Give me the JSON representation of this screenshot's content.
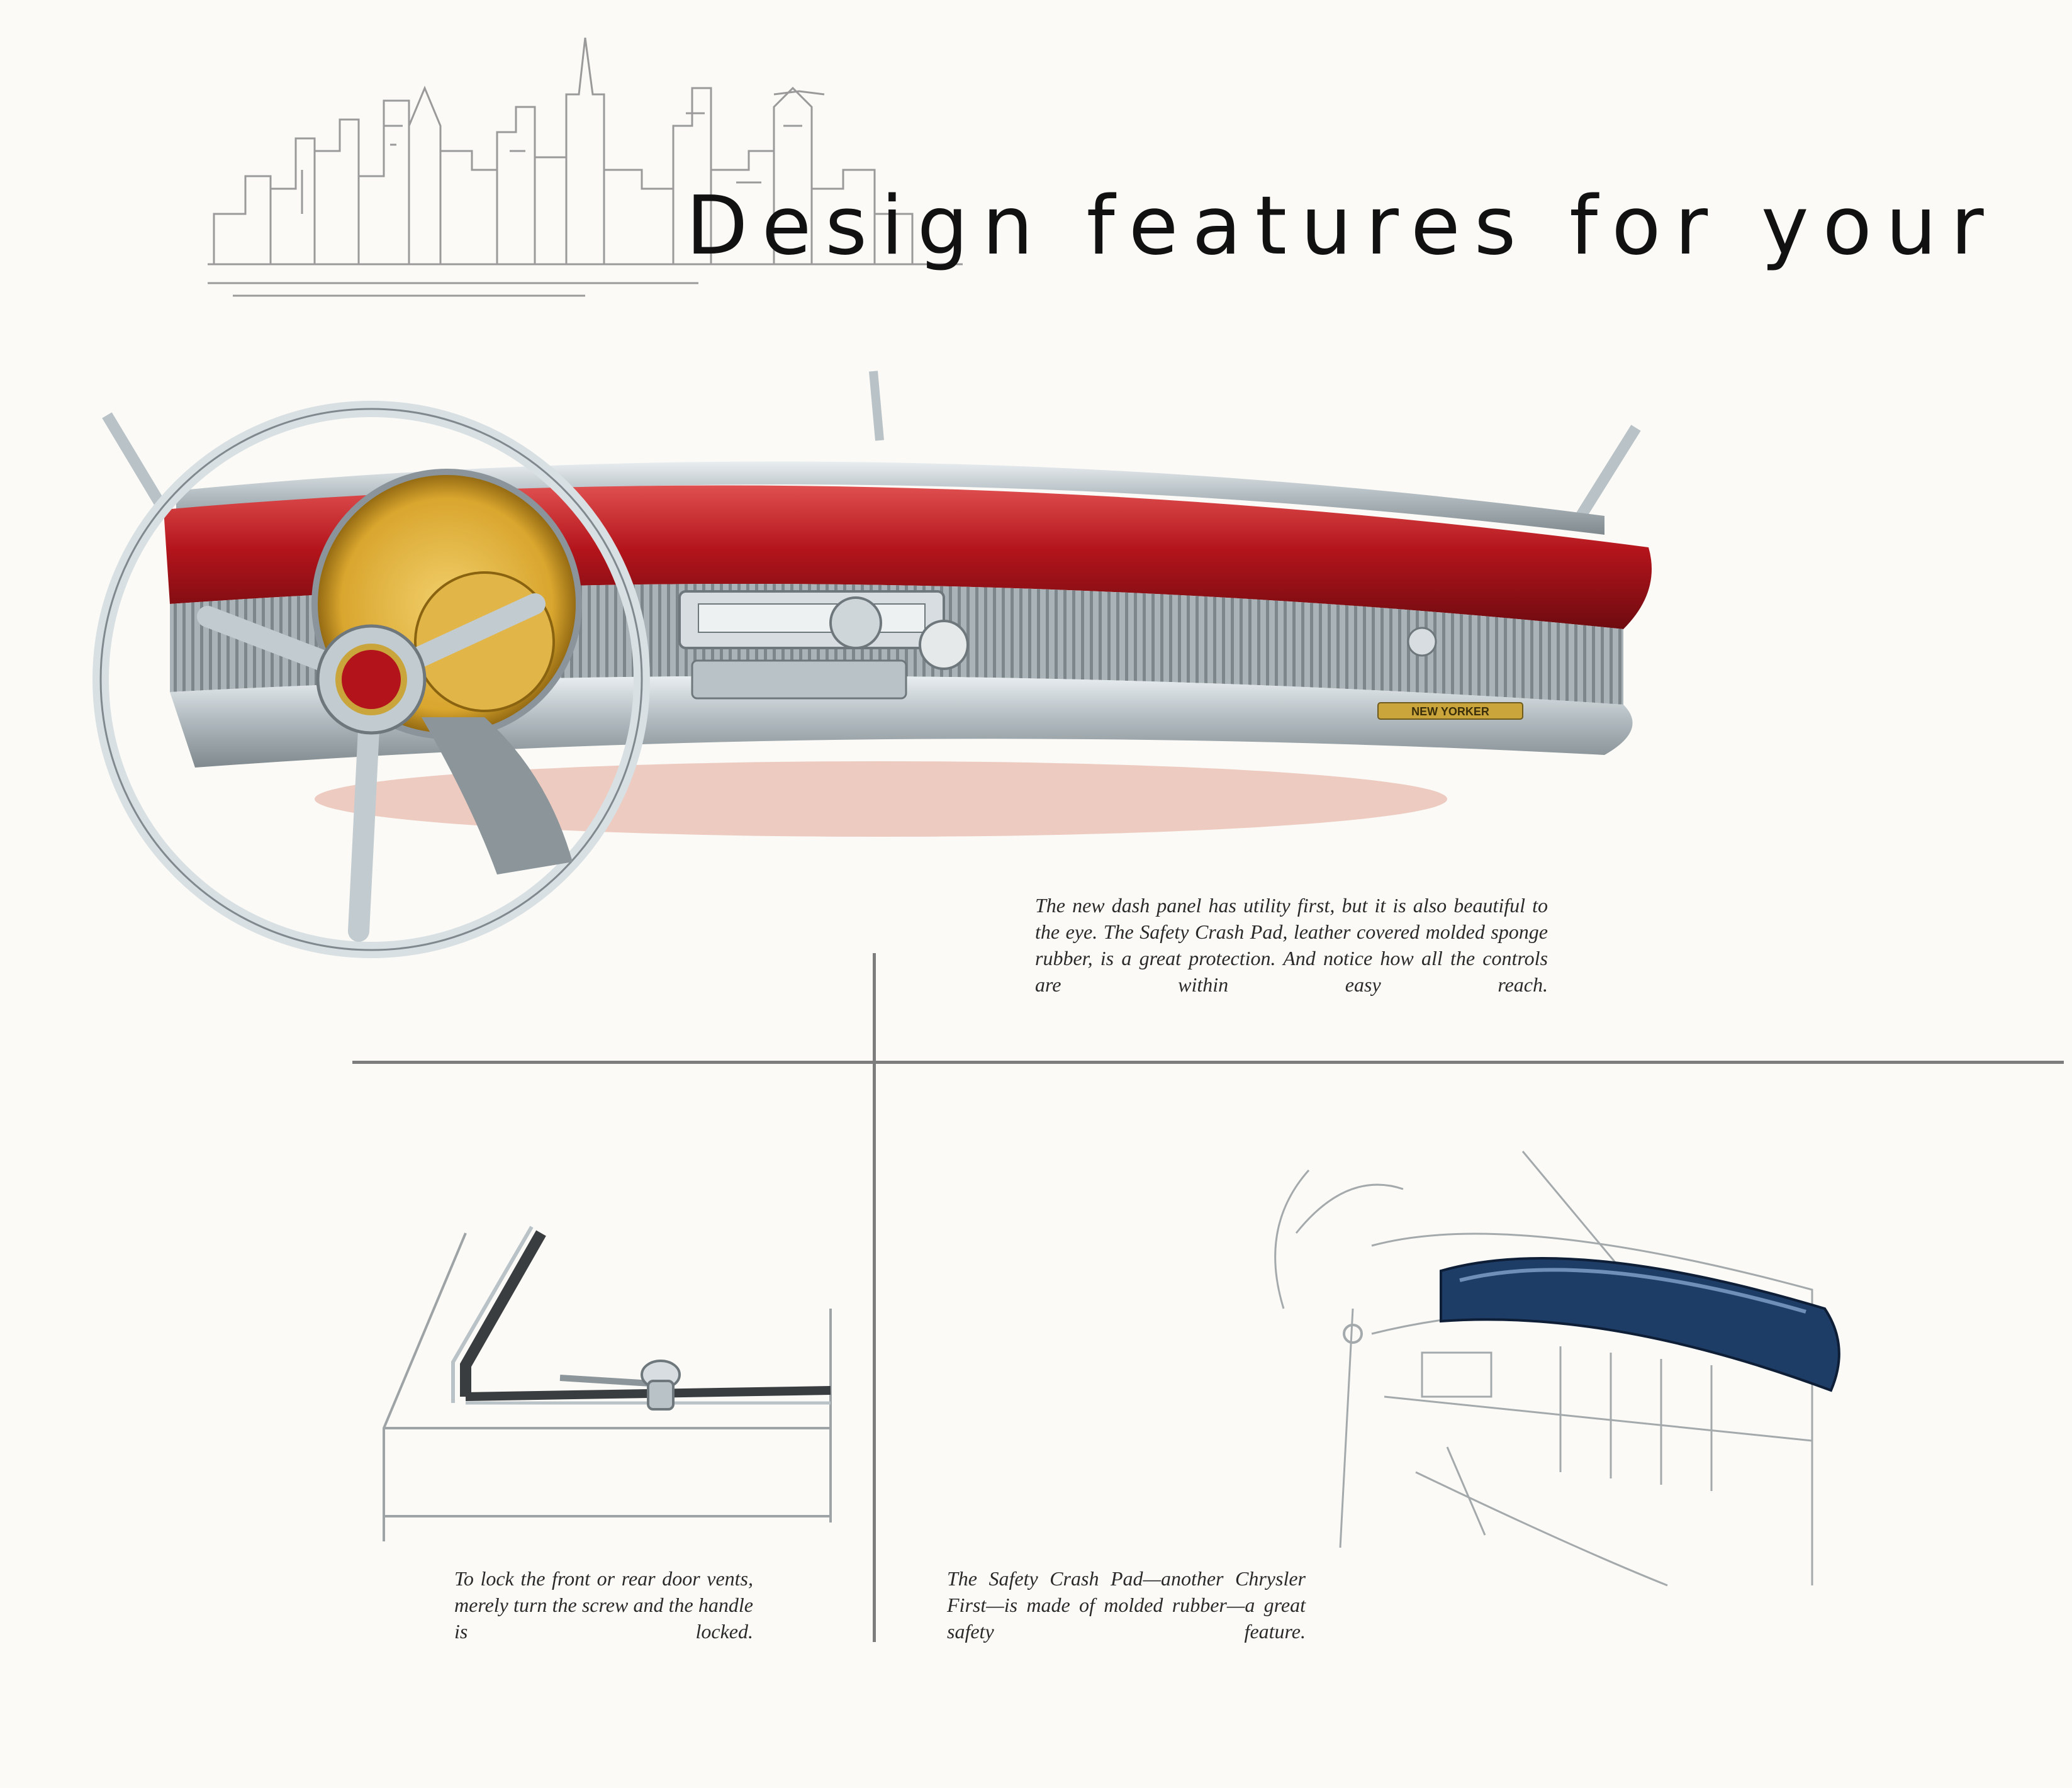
{
  "page": {
    "headline": "Design features for your",
    "captions": {
      "dash_panel": "The new dash panel has utility first, but it is also beautiful to the eye. The Safety Crash Pad, leather covered molded sponge rubber, is a great protection. And notice how all the controls are within easy reach.",
      "vent_lock": "To lock the front or rear door vents, merely turn the screw and the handle is locked.",
      "crash_pad": "The Safety Crash Pad—another Chrysler First—is made of molded rubber—a great safety feature."
    },
    "dash_nameplate": "NEW YORKER",
    "colors": {
      "crash_pad_red": "#b3141b",
      "crash_pad_blue": "#1d3c66",
      "chrome": "#b9c2c7",
      "gauge_gold": "#d9a62e",
      "rule_gray": "#7d7d7d"
    }
  }
}
